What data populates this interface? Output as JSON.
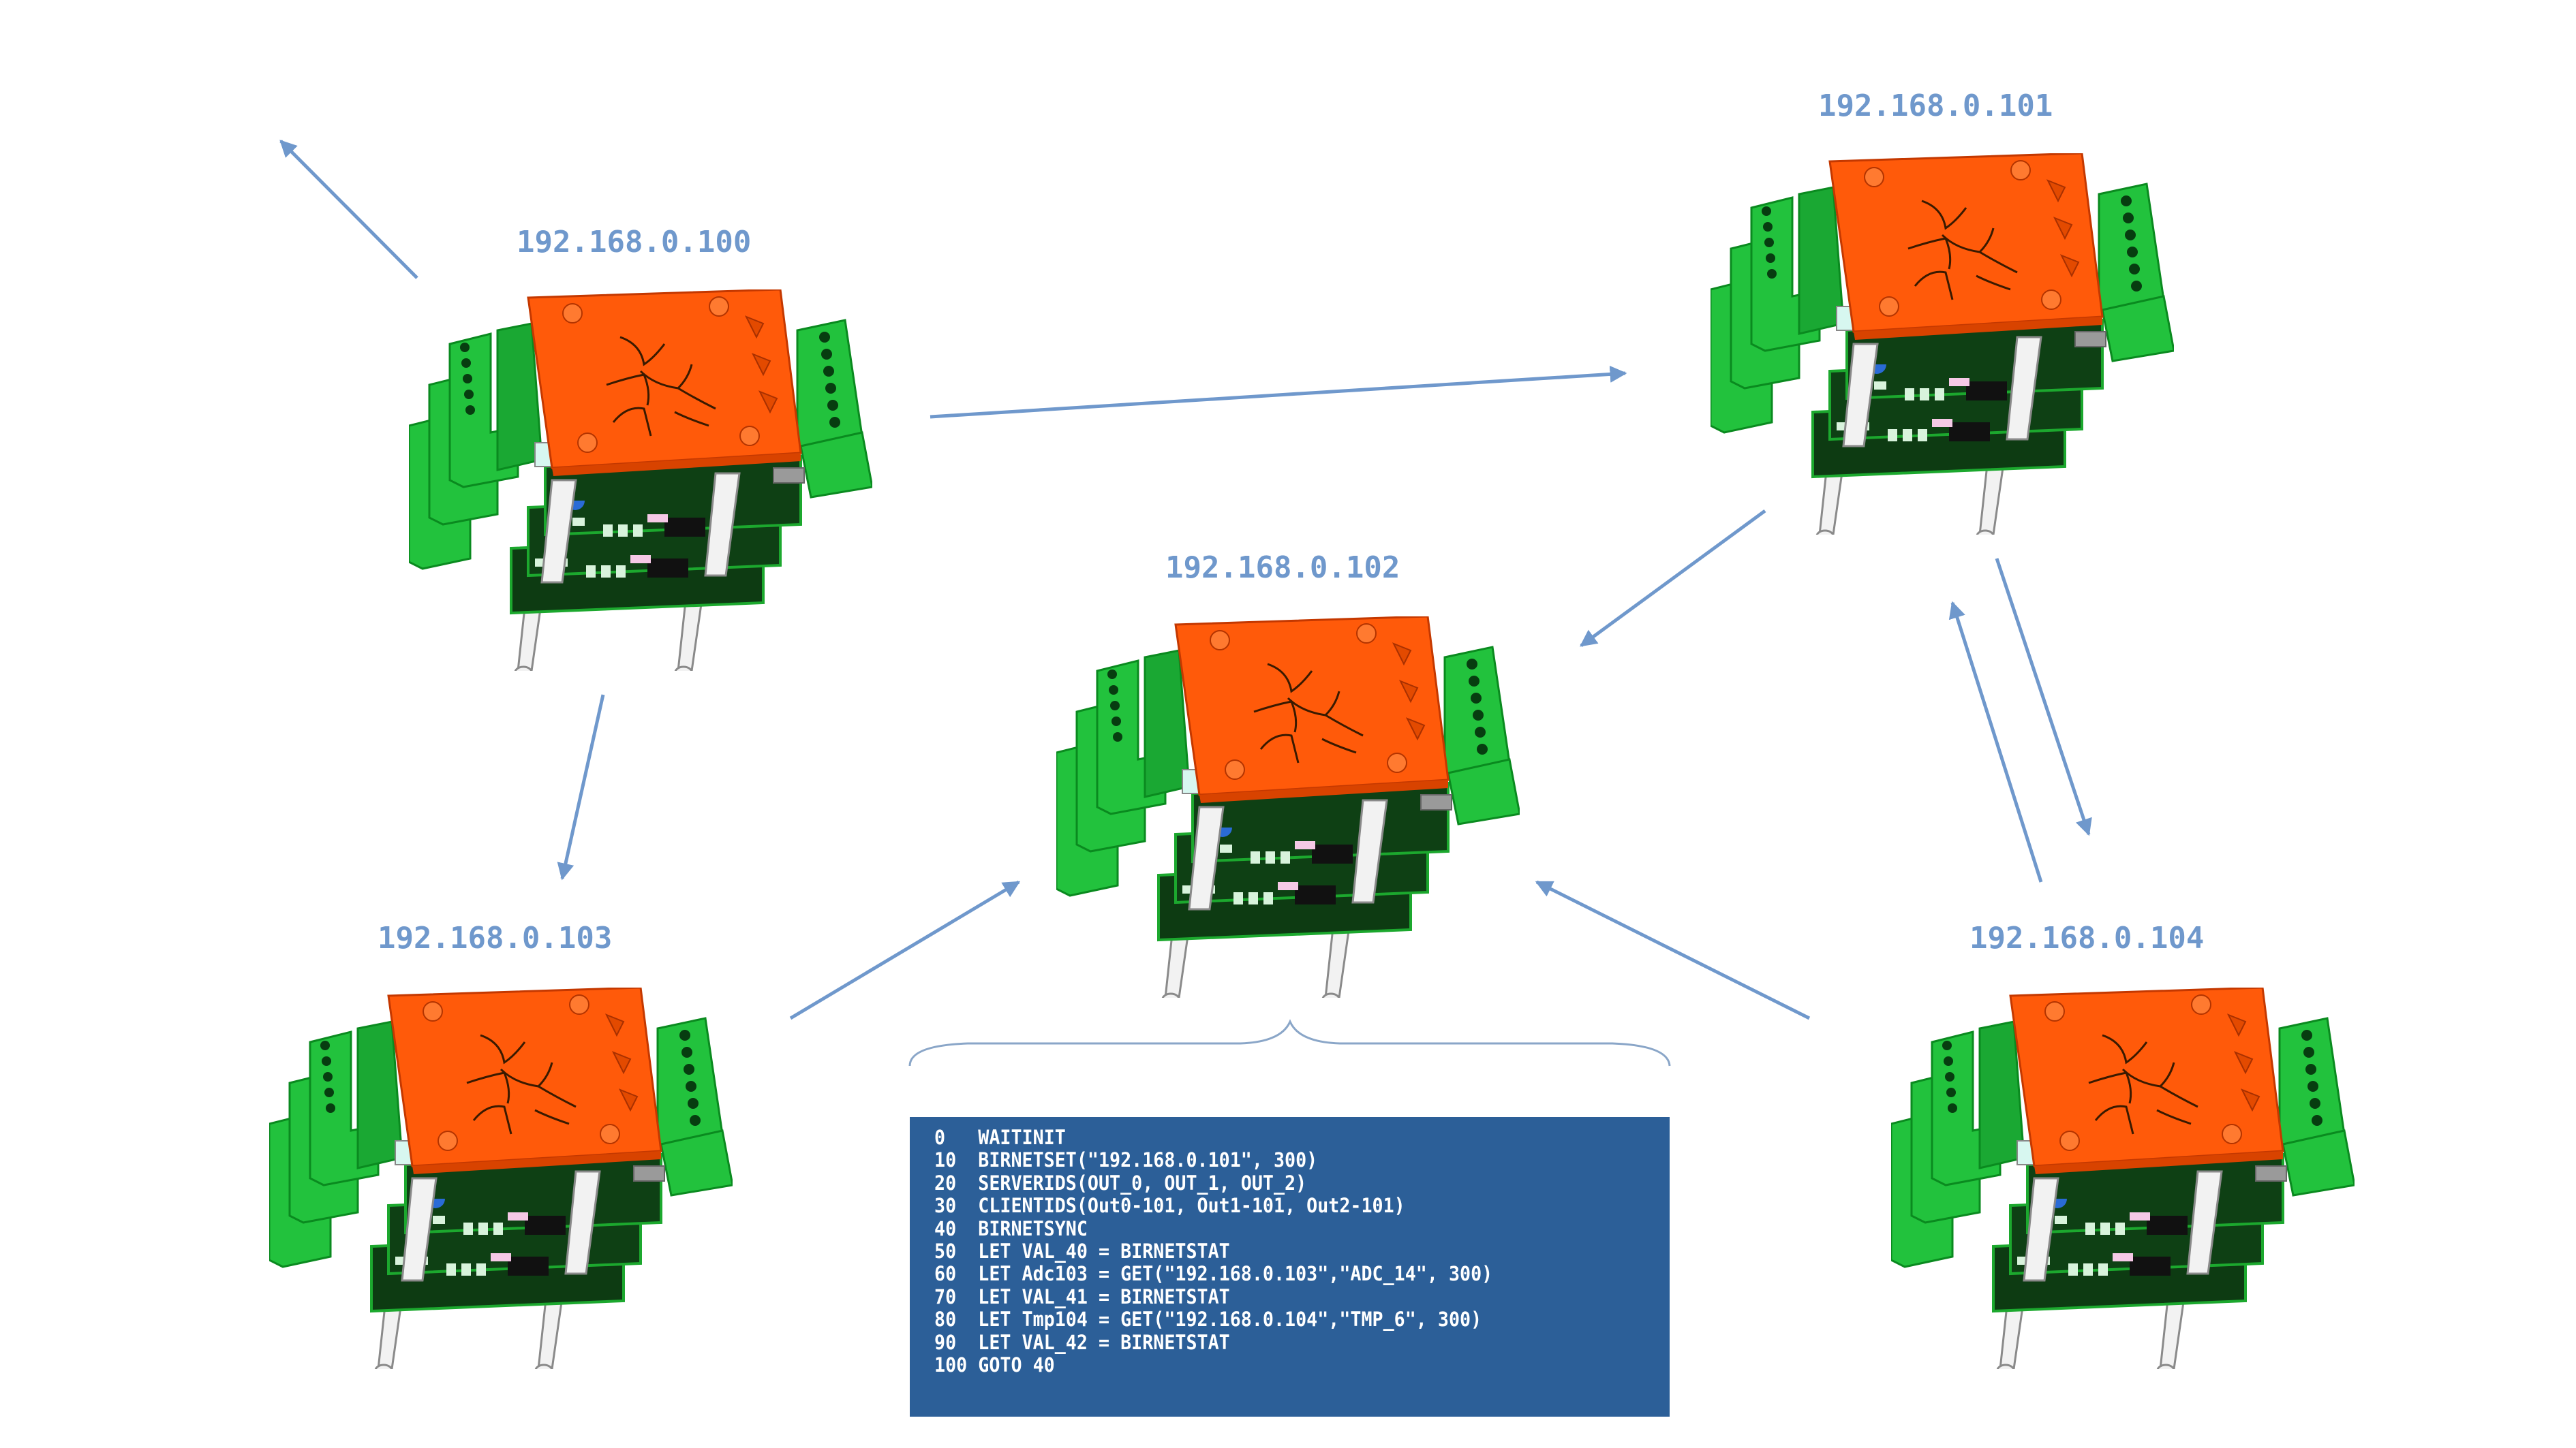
{
  "colors": {
    "label": "#6f98cc",
    "arrow": "#6f98cc",
    "code_background": "#2c5f98",
    "code_text": "#ffffff",
    "board_cover": "#ff5a0a",
    "terminal_block": "#1fc43c",
    "pcb": "#0d3b12"
  },
  "nodes": [
    {
      "id": "n100",
      "label": "192.168.0.100"
    },
    {
      "id": "n101",
      "label": "192.168.0.101"
    },
    {
      "id": "n102",
      "label": "192.168.0.102"
    },
    {
      "id": "n103",
      "label": "192.168.0.103"
    },
    {
      "id": "n104",
      "label": "192.168.0.104"
    }
  ],
  "edges": [
    {
      "from": "n100",
      "to": "external"
    },
    {
      "from": "n100",
      "to": "n101"
    },
    {
      "from": "n100",
      "to": "n103"
    },
    {
      "from": "n101",
      "to": "n102"
    },
    {
      "from": "n101",
      "to": "n104"
    },
    {
      "from": "n104",
      "to": "n101"
    },
    {
      "from": "n103",
      "to": "n102"
    },
    {
      "from": "n104",
      "to": "n102"
    }
  ],
  "code": {
    "lines": [
      "0   WAITINIT",
      "10  BIRNETSET(\"192.168.0.101\", 300)",
      "20  SERVERIDS(OUT_0, OUT_1, OUT_2)",
      "30  CLIENTIDS(Out0-101, Out1-101, Out2-101)",
      "40  BIRNETSYNC",
      "50  LET VAL_40 = BIRNETSTAT",
      "60  LET Adc103 = GET(\"192.168.0.103\",\"ADC_14\", 300)",
      "70  LET VAL_41 = BIRNETSTAT",
      "80  LET Tmp104 = GET(\"192.168.0.104\",\"TMP_6\", 300)",
      "90  LET VAL_42 = BIRNETSTAT",
      "100 GOTO 40"
    ]
  }
}
